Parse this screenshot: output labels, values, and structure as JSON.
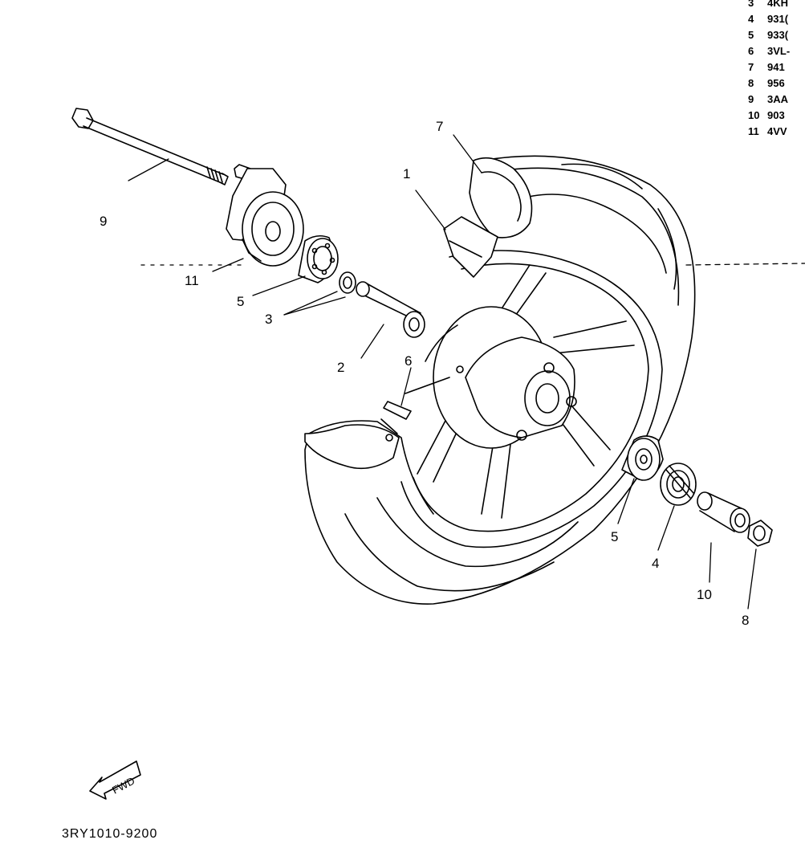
{
  "legend": [
    {
      "num": "3",
      "code": "4KH"
    },
    {
      "num": "4",
      "code": "931("
    },
    {
      "num": "5",
      "code": "933("
    },
    {
      "num": "6",
      "code": "3VL-"
    },
    {
      "num": "7",
      "code": "941"
    },
    {
      "num": "8",
      "code": "956"
    },
    {
      "num": "9",
      "code": "3AA"
    },
    {
      "num": "10",
      "code": "903"
    },
    {
      "num": "11",
      "code": "4VV"
    }
  ],
  "callouts": {
    "c1": "1",
    "c2": "2",
    "c3": "3",
    "c4": "4",
    "c5a": "5",
    "c5b": "5",
    "c6": "6",
    "c7": "7",
    "c8": "8",
    "c9": "9",
    "c10": "10",
    "c11": "11"
  },
  "fwd": "FWD",
  "diagram_code": "3RY1010-9200"
}
